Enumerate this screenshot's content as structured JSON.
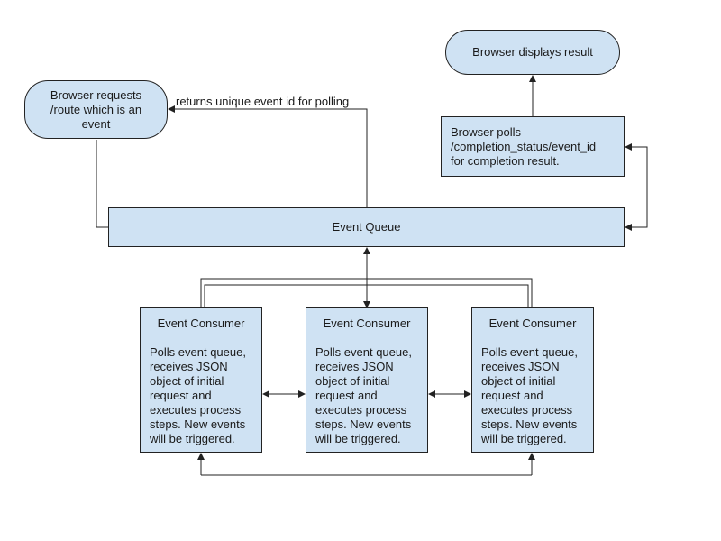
{
  "nodes": {
    "browser_request": {
      "line1": "Browser requests",
      "line2": "/route which is an",
      "line3": "event"
    },
    "browser_displays": {
      "label": "Browser displays result"
    },
    "browser_polls": {
      "line1": "Browser polls",
      "line2": "/completion_status/event_id",
      "line3": "for completion result."
    },
    "event_queue": {
      "label": "Event Queue"
    },
    "consumers": [
      {
        "title": "Event Consumer",
        "body": "Polls event queue, receives JSON object of initial request and executes process steps. New events will be triggered."
      },
      {
        "title": "Event Consumer",
        "body": "Polls event queue, receives JSON object of initial request and executes process steps. New events will be triggered."
      },
      {
        "title": "Event Consumer",
        "body": "Polls event queue, receives JSON object of initial request and executes process steps. New events will be triggered."
      }
    ]
  },
  "edges": {
    "returns_label": "returns unique event id for polling"
  },
  "colors": {
    "node_fill": "#cfe2f3",
    "line": "#222222"
  }
}
